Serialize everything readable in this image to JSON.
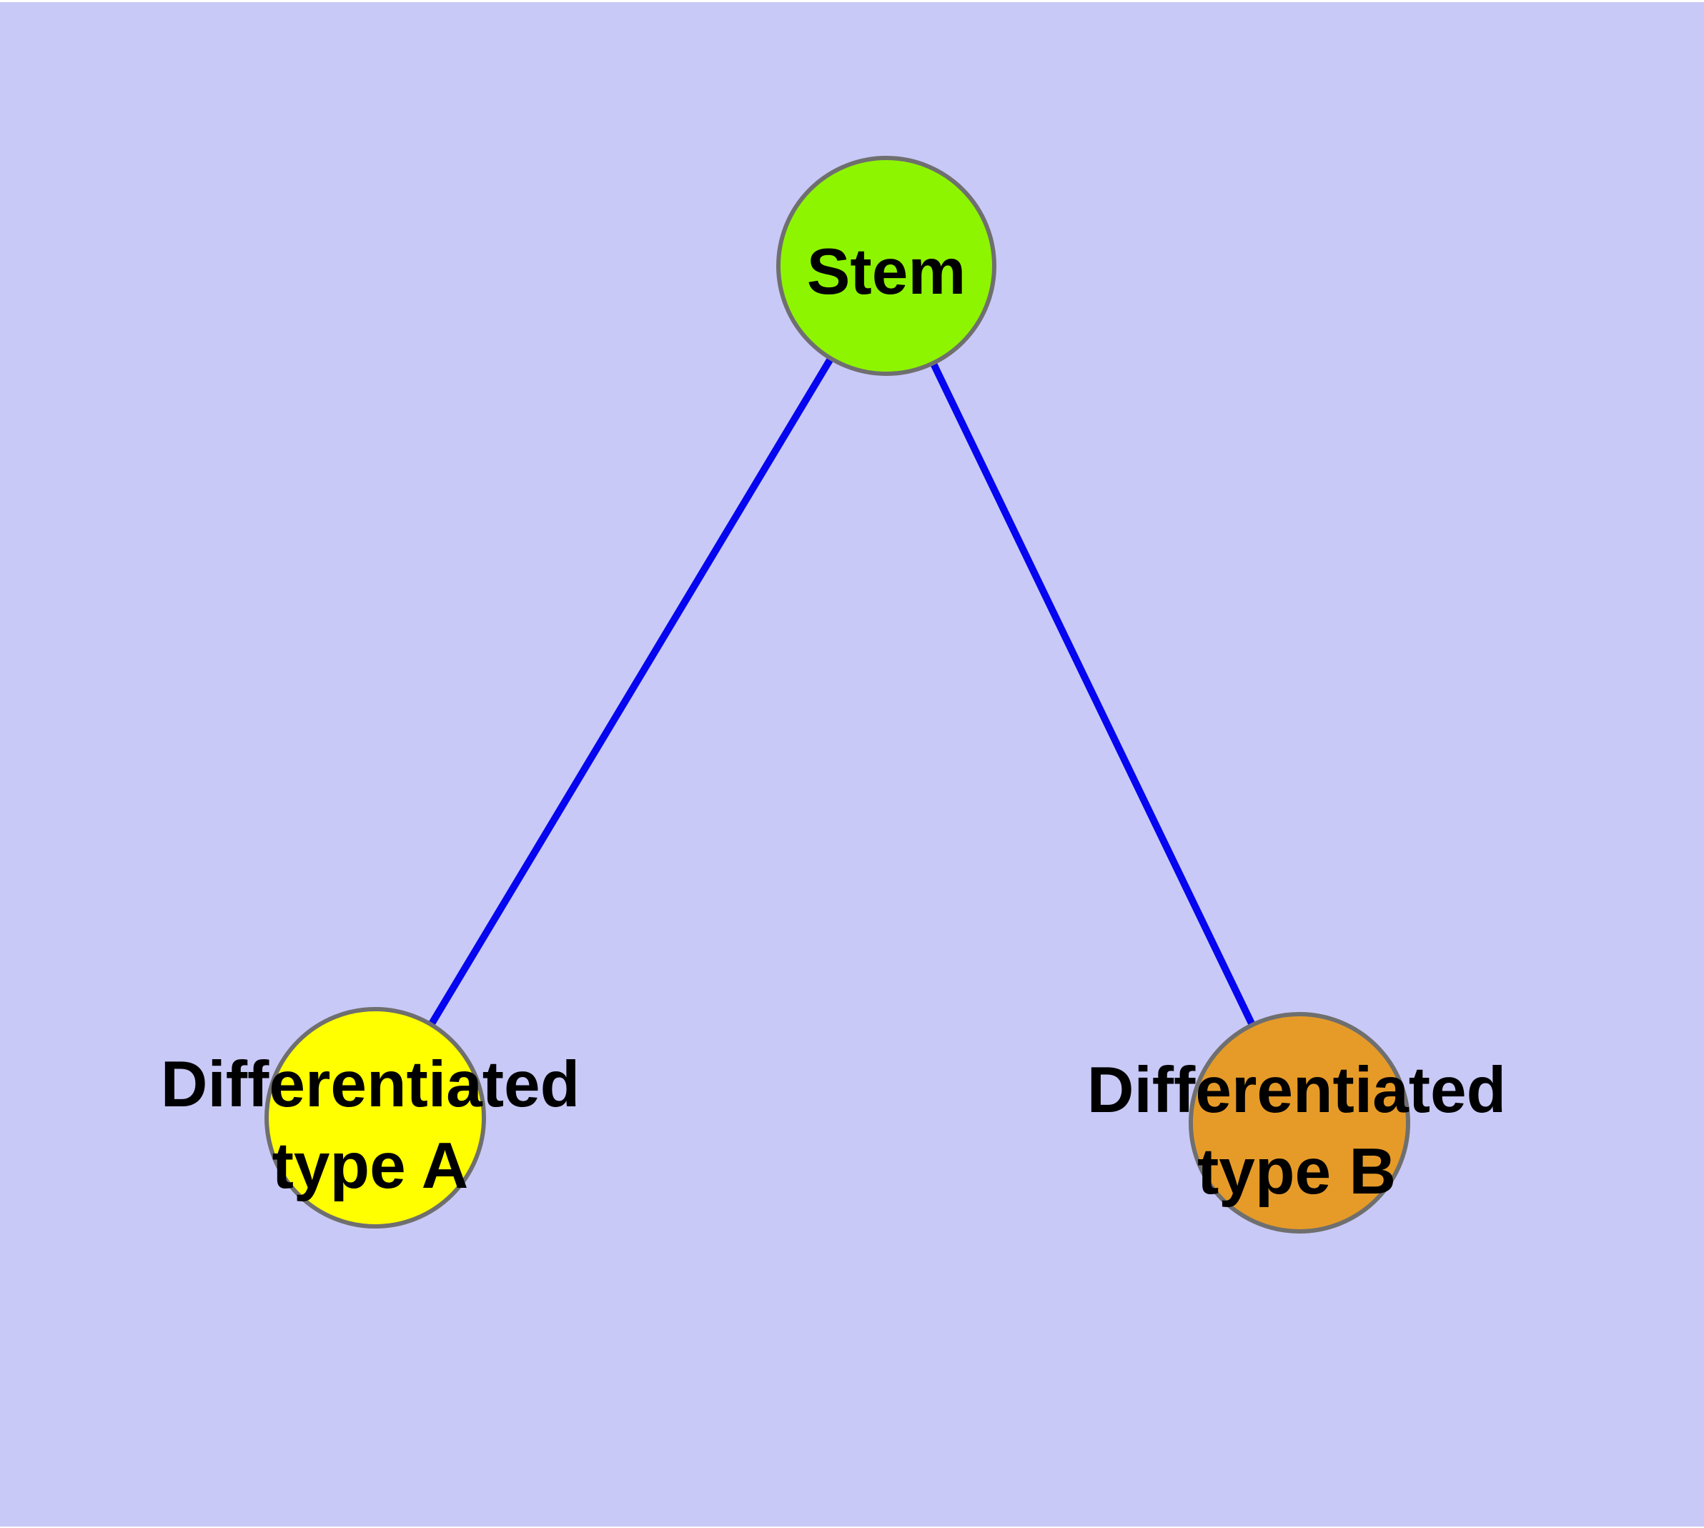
{
  "figure": {
    "background_color": "#c9c9f7",
    "edge_strip_color": "#ffffff"
  },
  "diagram": {
    "type": "node-link tree (cell differentiation)",
    "edge_color": "#0505f0",
    "node_border_color": "#6f6f6f",
    "label_color": "#000000",
    "nodes": {
      "stem": {
        "label": "Stem",
        "fill": "#8ef500"
      },
      "type_a": {
        "label_line1": "Differentiated",
        "label_line2": "type A",
        "fill": "#ffff00"
      },
      "type_b": {
        "label_line1": "Differentiated",
        "label_line2": "type B",
        "fill": "#e69b28"
      }
    },
    "edges": [
      {
        "from": "Stem",
        "to": "Differentiated type A"
      },
      {
        "from": "Stem",
        "to": "Differentiated type B"
      }
    ]
  }
}
